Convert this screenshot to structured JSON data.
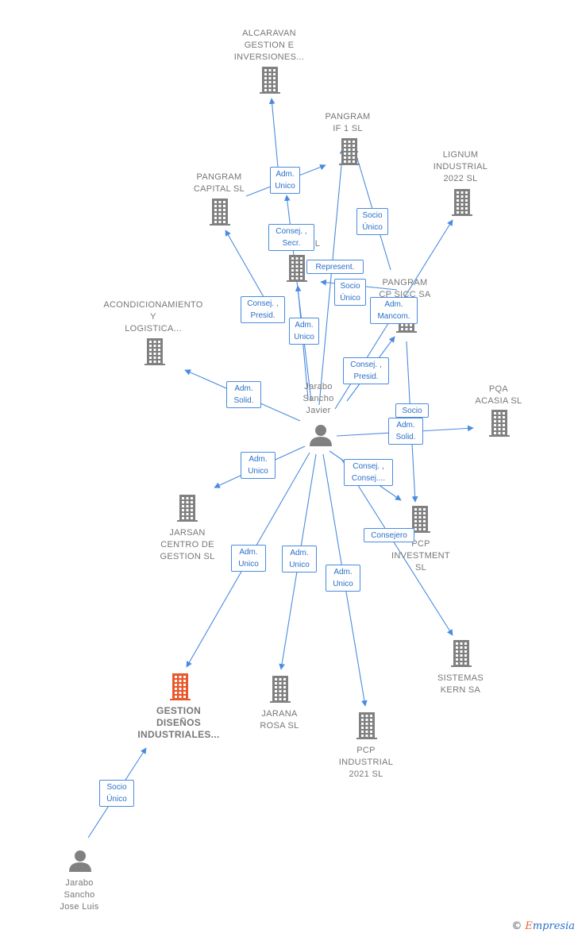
{
  "diagram": {
    "colors": {
      "edge": "#4a8be0",
      "building": "#808080",
      "highlight": "#e8582a",
      "person": "#808080"
    },
    "nodes": [
      {
        "id": "alcaravan",
        "type": "company",
        "label": "ALCARAVAN\nGESTION E\nINVERSIONES..."
      },
      {
        "id": "pangram-if1",
        "type": "company",
        "label": "PANGRAM\nIF 1  SL"
      },
      {
        "id": "lignum",
        "type": "company",
        "label": "LIGNUM\nINDUSTRIAL\n2022  SL"
      },
      {
        "id": "pangram-capital",
        "type": "company",
        "label": "PANGRAM\nCAPITAL  SL"
      },
      {
        "id": "center-co",
        "type": "company",
        "label": "L"
      },
      {
        "id": "pangram-cp",
        "type": "company",
        "label": "PANGRAM\nCP SICC SA"
      },
      {
        "id": "acondicionamiento",
        "type": "company",
        "label": "ACONDICIONAMIENTO\nY\nLOGISTICA..."
      },
      {
        "id": "pqa",
        "type": "company",
        "label": "PQA\nACASIA  SL"
      },
      {
        "id": "javier",
        "type": "person",
        "label": "Jarabo\nSancho\nJavier"
      },
      {
        "id": "jarsan",
        "type": "company",
        "label": "JARSAN\nCENTRO DE\nGESTION  SL"
      },
      {
        "id": "pcp-investment",
        "type": "company",
        "label": "PCP\nINVESTMENT\nSL"
      },
      {
        "id": "sistemas",
        "type": "company",
        "label": "SISTEMAS\nKERN SA"
      },
      {
        "id": "gestion",
        "type": "company-highlight",
        "label": "GESTION\nDISEÑOS\nINDUSTRIALES..."
      },
      {
        "id": "jarana",
        "type": "company",
        "label": "JARANA\nROSA  SL"
      },
      {
        "id": "pcp-industrial",
        "type": "company",
        "label": "PCP\nINDUSTRIAL\n2021  SL"
      },
      {
        "id": "joseluis",
        "type": "person",
        "label": "Jarabo\nSancho\nJose Luis"
      }
    ],
    "edge_labels": [
      {
        "id": "e-alcaravan",
        "text": "Adm.\nUnico"
      },
      {
        "id": "e-consej-secr",
        "text": "Consej. ,\nSecr."
      },
      {
        "id": "e-represent",
        "text": "Represent."
      },
      {
        "id": "e-socio-unico-if1",
        "text": "Socio\nÚnico"
      },
      {
        "id": "e-socio-unico-center",
        "text": "Socio\nÚnico"
      },
      {
        "id": "e-adm-mancom",
        "text": "Adm.\nMancom."
      },
      {
        "id": "e-consej-presid-capital",
        "text": "Consej. ,\nPresid."
      },
      {
        "id": "e-adm-unico-center",
        "text": "Adm.\nUnico"
      },
      {
        "id": "e-consej-presid-lignum",
        "text": "Consej. ,\nPresid."
      },
      {
        "id": "e-adm-solid-acond",
        "text": "Adm.\nSolid."
      },
      {
        "id": "e-socio-pqa",
        "text": "Socio"
      },
      {
        "id": "e-adm-solid-pqa",
        "text": "Adm.\nSolid."
      },
      {
        "id": "e-adm-unico-jarsan",
        "text": "Adm.\nUnico"
      },
      {
        "id": "e-consej-consej",
        "text": "Consej. ,\nConsej...."
      },
      {
        "id": "e-consejero",
        "text": "Consejero"
      },
      {
        "id": "e-adm-unico-gestion",
        "text": "Adm.\nUnico"
      },
      {
        "id": "e-adm-unico-jarana",
        "text": "Adm.\nUnico"
      },
      {
        "id": "e-adm-unico-pcpind",
        "text": "Adm.\nUnico"
      },
      {
        "id": "e-socio-unico-gestion",
        "text": "Socio\nÚnico"
      }
    ]
  },
  "footer": {
    "copyright": "©",
    "brand_initial": "E",
    "brand_rest": "mpresia"
  }
}
